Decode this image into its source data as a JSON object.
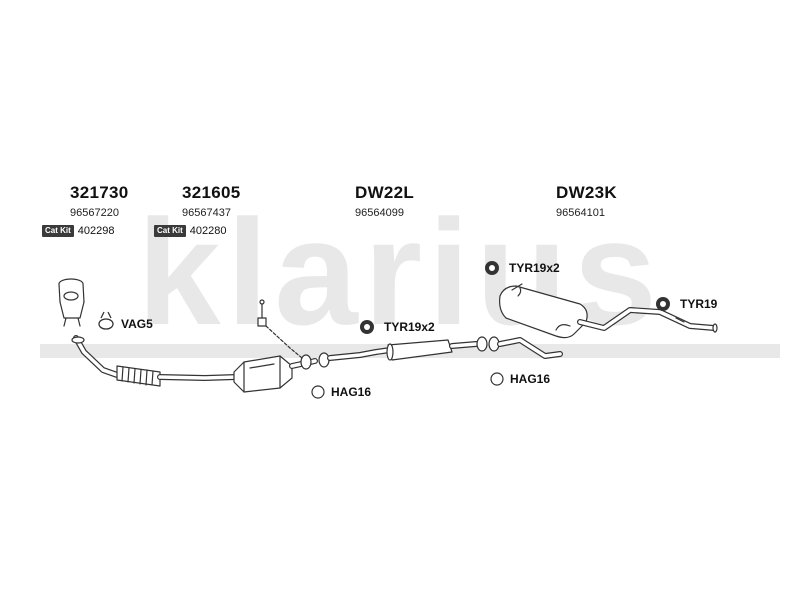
{
  "watermark": {
    "text": "klarius",
    "color": "#e8e8e8"
  },
  "parts": [
    {
      "number": "321730",
      "oem": "96567220",
      "cat_kit": {
        "badge": "Cat Kit",
        "number": "402298"
      }
    },
    {
      "number": "321605",
      "oem": "96567437",
      "cat_kit": {
        "badge": "Cat Kit",
        "number": "402280"
      }
    },
    {
      "number": "DW22L",
      "oem": "96564099"
    },
    {
      "number": "DW23K",
      "oem": "96564101"
    }
  ],
  "fittings": {
    "vag5": "VAG5",
    "tyr19x2_front": "TYR19x2",
    "tyr19x2_rear": "TYR19x2",
    "tyr19": "TYR19",
    "hag16_front": "HAG16",
    "hag16_rear": "HAG16"
  },
  "colors": {
    "line": "#333333",
    "fill": "#ffffff",
    "badge": "#3a3a3a"
  }
}
